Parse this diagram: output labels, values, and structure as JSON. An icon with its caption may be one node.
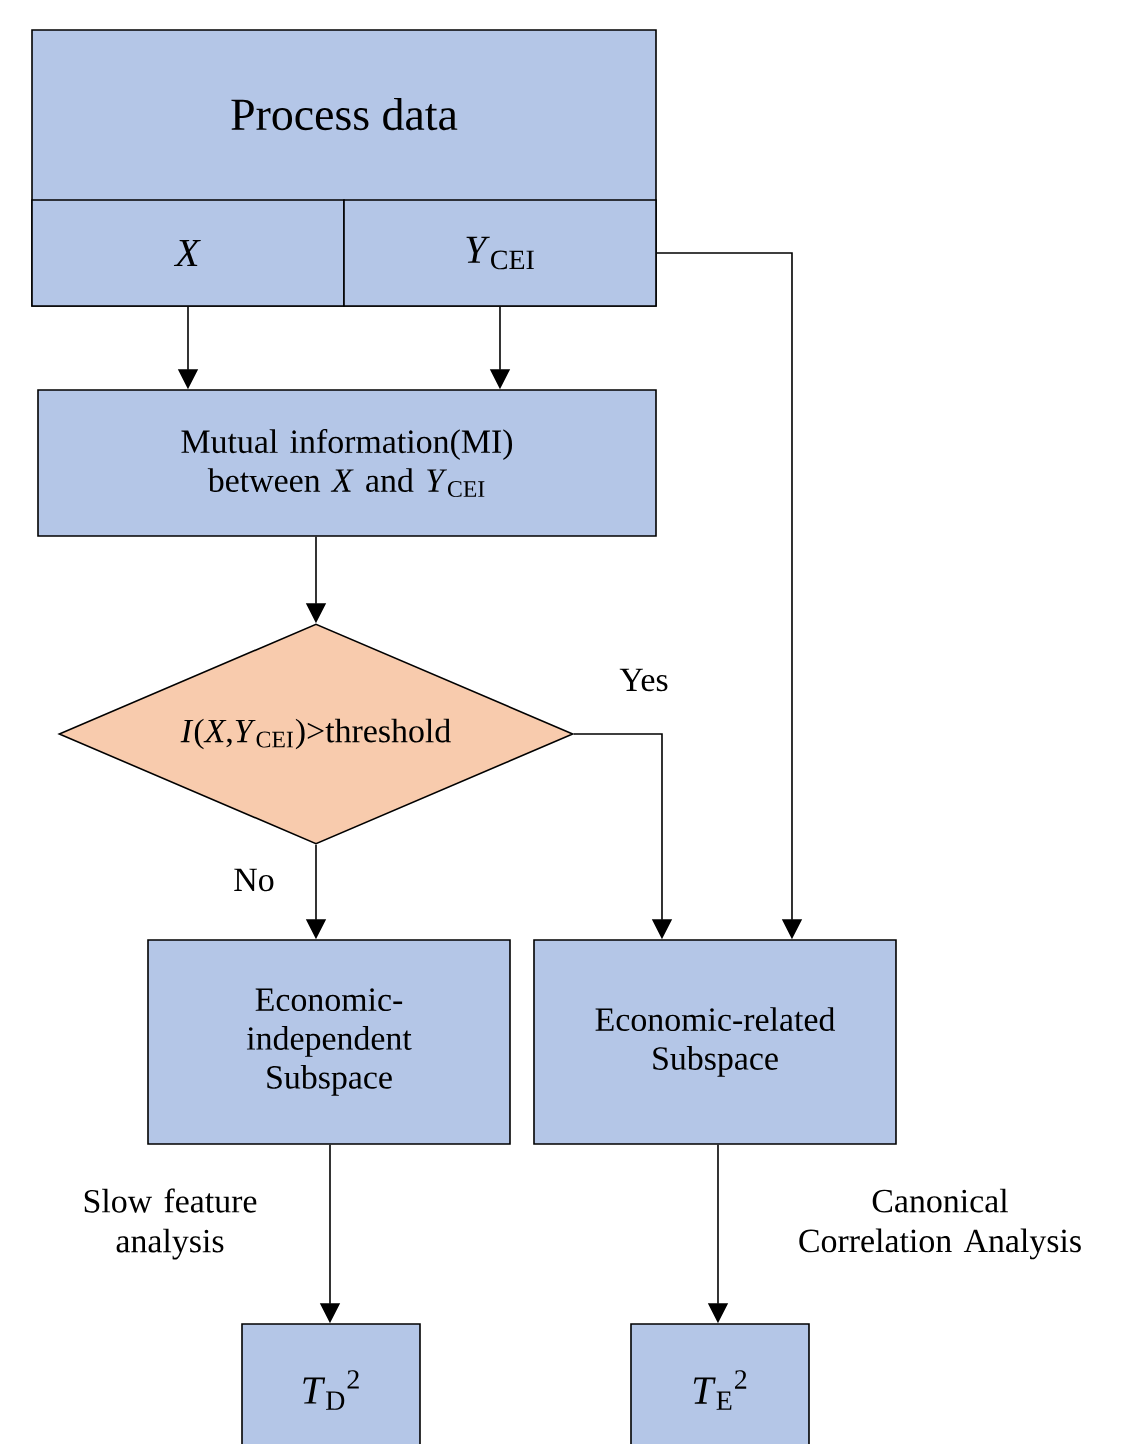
{
  "diagram": {
    "nodes": [
      {
        "text": [
          "Process data"
        ]
      },
      {
        "text": [
          "*X*"
        ],
        "in": 0
      },
      {
        "text": [
          "*Y*$_{CEI}$"
        ],
        "in": 0
      },
      {
        "text": [
          "Mutual information(MI) between *X* and *Y*$_{CEI}$"
        ]
      },
      {
        "text": [
          "*I*(*X*,*Y*$_{CEI}$)>threshold"
        ]
      },
      {
        "text": [
          "Economic-independent Subspace"
        ]
      },
      {
        "text": [
          "Economic-related Subspace"
        ]
      },
      {
        "text": [
          "*T*$_{D}$$^{2}$"
        ]
      },
      {
        "text": [
          "*T*$_{E}$$^{2}$"
        ]
      }
    ],
    "edges": [
      {
        "from": 1,
        "to": 3,
        "arrow": "to"
      },
      {
        "from": 2,
        "to": 3,
        "arrow": "to"
      },
      {
        "from": 2,
        "to": 6,
        "arrow": "to"
      },
      {
        "from": 3,
        "to": 4,
        "arrow": "to"
      },
      {
        "from": 4,
        "to": 6,
        "arrow": "to",
        "label": "Yes"
      },
      {
        "from": 4,
        "to": 5,
        "arrow": "to",
        "label": "No"
      },
      {
        "from": 5,
        "to": 7,
        "arrow": "to",
        "label": "Slow feature analysis"
      },
      {
        "from": 6,
        "to": 8,
        "arrow": "to",
        "label": "Canonical Correlation Analysis"
      }
    ]
  }
}
